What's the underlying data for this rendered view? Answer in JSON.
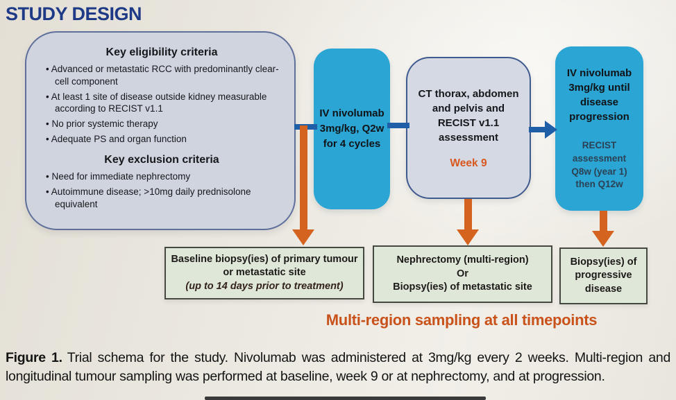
{
  "page_title": "STUDY DESIGN",
  "colors": {
    "title_navy": "#1e3a86",
    "cyan_box": "#2aa5d4",
    "connector_blue": "#1f5fa8",
    "arrow_orange": "#d4631f",
    "criteria_fill": "#cfd4df",
    "assessment_fill": "#d4d9e3",
    "biopsy_fill": "#dfe7d9",
    "week_orange": "#d9571e",
    "headline_orange": "#c9511a"
  },
  "criteria_box": {
    "eligibility_heading": "Key eligibility criteria",
    "eligibility_items": [
      "Advanced or metastatic RCC with predominantly clear-cell component",
      "At least 1 site of disease outside kidney measurable according to RECIST v1.1",
      "No prior systemic therapy",
      "Adequate PS and organ function"
    ],
    "exclusion_heading": "Key exclusion criteria",
    "exclusion_items": [
      "Need for immediate nephrectomy",
      "Autoimmune disease; >10mg daily prednisolone equivalent"
    ]
  },
  "induction_box": {
    "text": "IV nivolumab 3mg/kg, Q2w for 4 cycles"
  },
  "assessment_box": {
    "text": "CT thorax, abdomen and pelvis and RECIST v1.1 assessment",
    "timepoint": "Week 9"
  },
  "maintenance_box": {
    "text": "IV nivolumab 3mg/kg until disease progression",
    "subtext": "RECIST assessment Q8w (year 1) then Q12w"
  },
  "baseline_biopsy_box": {
    "line1": "Baseline biopsy(ies) of primary tumour or metastatic site",
    "line2": "(up to 14 days prior to treatment)"
  },
  "week9_biopsy_box": {
    "line1": "Nephrectomy (multi-region)",
    "line2": "Or",
    "line3": "Biopsy(ies) of metastatic site"
  },
  "progression_biopsy_box": {
    "text": "Biopsy(ies) of progressive disease"
  },
  "sampling_headline": "Multi-region sampling at all timepoints",
  "caption": {
    "label": "Figure 1.",
    "text": "Trial schema for the study. Nivolumab was administered at 3mg/kg every 2 weeks. Multi-region and longitudinal tumour sampling was performed at baseline, week 9 or at nephrectomy, and at progression."
  }
}
